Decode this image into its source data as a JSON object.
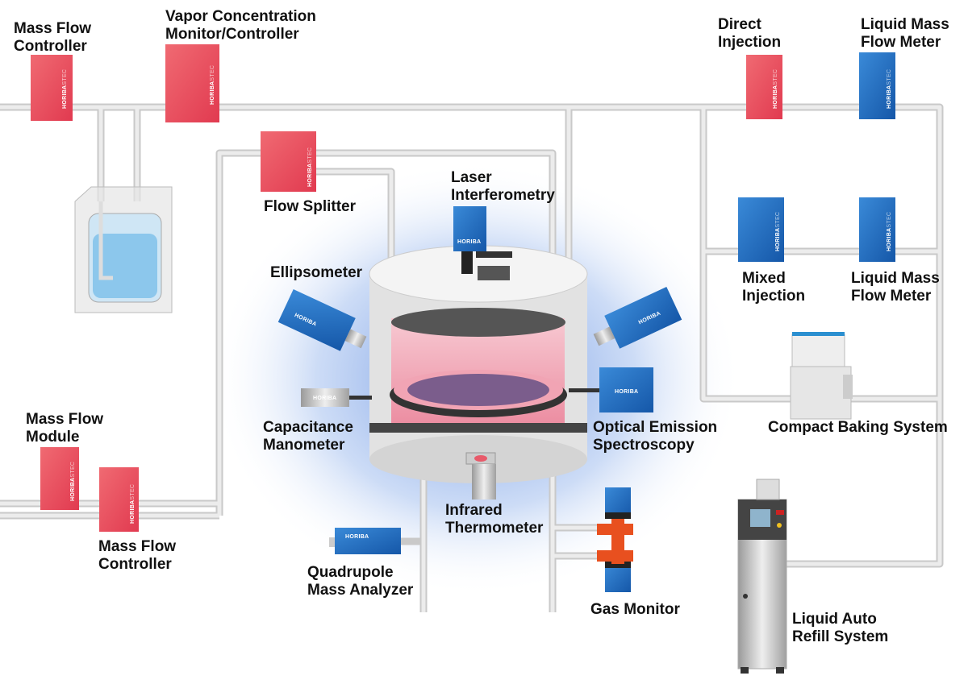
{
  "brand": "HORIBA",
  "brand_suffix": "STEC",
  "colors": {
    "red_device": "#e84a5a",
    "blue_device": "#1f6fc0",
    "pipe": "#dcdcdc",
    "glow": "#3b6fd6",
    "plasma": "#f2a7b5"
  },
  "labels": {
    "mfc_top": "Mass Flow\nController",
    "vapor": "Vapor Concentration\nMonitor/Controller",
    "direct_injection": "Direct\nInjection",
    "liquid_mfm_top": "Liquid Mass\nFlow Meter",
    "flow_splitter": "Flow Splitter",
    "laser": "Laser\nInterferometry",
    "ellipsometer": "Ellipsometer",
    "mixed_injection": "Mixed\nInjection",
    "liquid_mfm_mid": "Liquid Mass\nFlow Meter",
    "compact_baking": "Compact Baking System",
    "mass_flow_module": "Mass Flow\nModule",
    "capacitance": "Capacitance\nManometer",
    "oes": "Optical Emission\nSpectroscopy",
    "ir_thermo": "Infrared\nThermometer",
    "mfc_bottom": "Mass Flow\nController",
    "quadrupole": "Quadrupole\nMass Analyzer",
    "gas_monitor": "Gas Monitor",
    "liquid_refill": "Liquid Auto\nRefill System"
  }
}
